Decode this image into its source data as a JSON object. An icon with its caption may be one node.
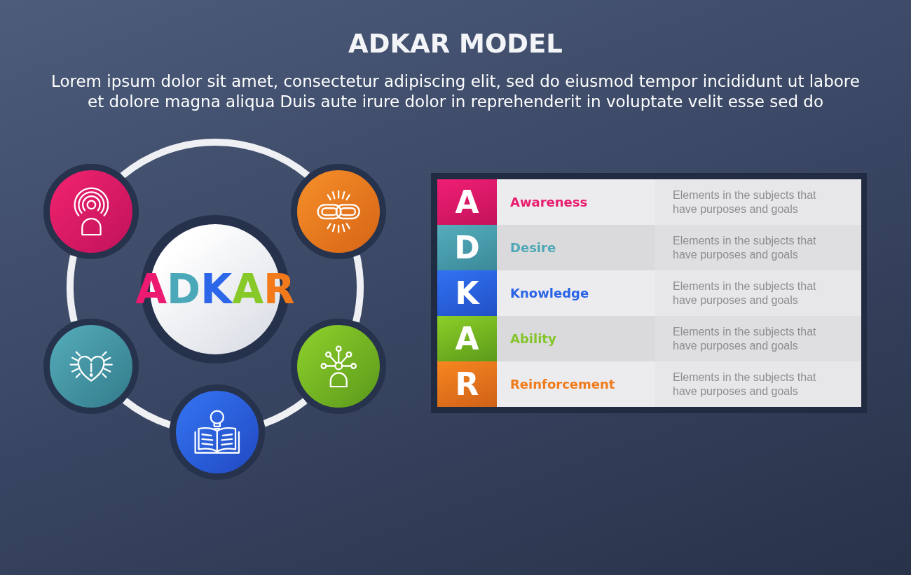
{
  "diagram": {
    "title": "ADKAR MODEL",
    "nodes": [
      {
        "text": [],
        "shape": "circle"
      },
      {
        "text": [],
        "shape": "circle"
      },
      {
        "text": [
          "ADKAR"
        ]
      },
      {
        "text": [],
        "shape": "circle"
      },
      {
        "text": [],
        "shape": "circle"
      },
      {
        "text": [],
        "shape": "circle"
      },
      {
        "text": [],
        "shape": "box"
      },
      {
        "text": [
          "A"
        ],
        "in": 6
      },
      {
        "text": [
          "Awareness",
          "Elements in the subjects that have purposes and goals"
        ],
        "in": 6
      },
      {
        "text": [
          "D"
        ],
        "in": 6
      },
      {
        "text": [
          "Desire",
          "Elements in the subjects that have purposes and goals"
        ],
        "in": 6
      },
      {
        "text": [
          "K"
        ],
        "in": 6
      },
      {
        "text": [
          "Knowledge",
          "Elements in the subjects that have purposes and goals"
        ],
        "in": 6
      },
      {
        "text": [
          "A"
        ],
        "in": 6
      },
      {
        "text": [
          "Ability",
          "Elements in the subjects that have purposes and goals"
        ],
        "in": 6
      },
      {
        "text": [
          "R"
        ],
        "in": 6
      },
      {
        "text": [
          "Reinforcement",
          "Elements in the subjects that have purposes and goals"
        ],
        "in": 6
      }
    ],
    "edges": [
      {
        "from": 0,
        "to": 3,
        "arrow": "none"
      },
      {
        "from": 3,
        "to": 5,
        "arrow": "none"
      },
      {
        "from": 5,
        "to": 4,
        "arrow": "none"
      },
      {
        "from": 4,
        "to": 1,
        "arrow": "none"
      },
      {
        "from": 1,
        "to": 0,
        "arrow": "none"
      }
    ],
    "labels": [
      "Lorem ipsum dolor sit amet, consectetur adipiscing elit, sed do eiusmod tempor incididunt ut labore et dolore magna aliqua Duis aute irure dolor in reprehenderit in voluptate velit esse sed do"
    ]
  }
}
